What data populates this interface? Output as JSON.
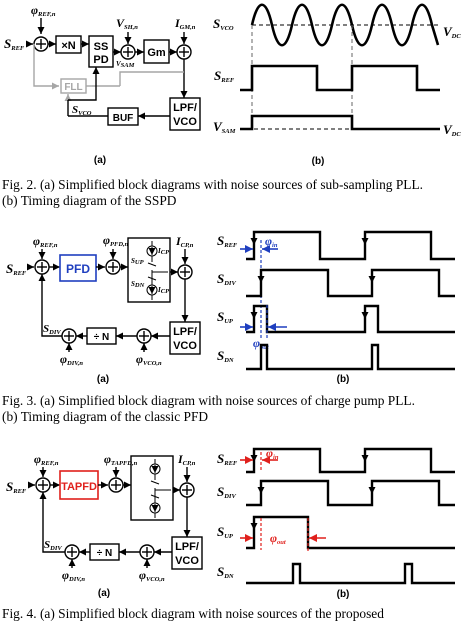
{
  "figure2": {
    "panel_a": {
      "phi_ref": "φ",
      "phi_ref_sub": "REF,n",
      "s_ref": "S",
      "s_ref_sub": "REF",
      "times_n": "×N",
      "sspd_1": "SS",
      "sspd_2": "PD",
      "v_sh": "V",
      "v_sh_sub": "SH,n",
      "v_sam": "V",
      "v_sam_sub": "SAM",
      "gm": "Gm",
      "i_gm": "I",
      "i_gm_sub": "GM,n",
      "fll": "FLL",
      "s_vco": "S",
      "s_vco_sub": "VCO",
      "buf": "BUF",
      "lpf": "LPF/",
      "vco": "VCO",
      "label": "(a)"
    },
    "panel_b": {
      "s_vco": "S",
      "s_vco_sub": "VCO",
      "v_dc_1": "V",
      "v_dc_1_sub": "DC",
      "s_ref": "S",
      "s_ref_sub": "REF",
      "v_sam": "V",
      "v_sam_sub": "SAM",
      "v_dc_2": "V",
      "v_dc_2_sub": "DC",
      "label": "(b)"
    },
    "caption_line1": "Fig. 2. (a) Simplified block diagrams with noise sources of sub-sampling PLL.",
    "caption_line2": "(b) Timing diagram of the SSPD"
  },
  "figure3": {
    "panel_a": {
      "phi_ref": "φ",
      "phi_ref_sub": "REF,n",
      "phi_pfd": "φ",
      "phi_pfd_sub": "PFD,n",
      "s_ref": "S",
      "s_ref_sub": "REF",
      "pfd": "PFD",
      "s_up": "S",
      "s_up_sub": "UP",
      "s_dn": "S",
      "s_dn_sub": "DN",
      "i_cp": "I",
      "i_cp_sub": "CP,n",
      "i_cp_top": "I",
      "i_cp_top_sub": "CP",
      "i_cp_bot": "I",
      "i_cp_bot_sub": "CP",
      "s_div": "S",
      "s_div_sub": "DIV",
      "div_n": "÷ N",
      "phi_div": "φ",
      "phi_div_sub": "DIV,n",
      "phi_vco": "φ",
      "phi_vco_sub": "VCO,n",
      "lpf": "LPF/",
      "vco": "VCO",
      "label": "(a)"
    },
    "panel_b": {
      "s_ref": "S",
      "s_ref_sub": "REF",
      "phi_in": "φ",
      "phi_in_sub": "in",
      "s_div": "S",
      "s_div_sub": "DIV",
      "s_up": "S",
      "s_up_sub": "UP",
      "phi_out": "φ",
      "phi_out_sub": "out",
      "s_dn": "S",
      "s_dn_sub": "DN",
      "label": "(b)"
    },
    "caption_line1": "Fig. 3. (a) Simplified block diagram with noise sources of charge pump PLL.",
    "caption_line2": "(b) Timing diagram of the classic PFD"
  },
  "figure4": {
    "panel_a": {
      "phi_ref": "φ",
      "phi_ref_sub": "REF,n",
      "phi_tapfd": "φ",
      "phi_tapfd_sub": "TAPFD,n",
      "s_ref": "S",
      "s_ref_sub": "REF",
      "tapfd": "TAPFD",
      "i_cp": "I",
      "i_cp_sub": "CP,n",
      "s_div": "S",
      "s_div_sub": "DIV",
      "div_n": "÷ N",
      "phi_div": "φ",
      "phi_div_sub": "DIV,n",
      "phi_vco": "φ",
      "phi_vco_sub": "VCO,n",
      "lpf": "LPF/",
      "vco": "VCO",
      "label": "(a)"
    },
    "panel_b": {
      "s_ref": "S",
      "s_ref_sub": "REF",
      "phi_in": "φ",
      "phi_in_sub": "in",
      "s_div": "S",
      "s_div_sub": "DIV",
      "s_up": "S",
      "s_up_sub": "UP",
      "phi_out": "φ",
      "phi_out_sub": "out",
      "s_dn": "S",
      "s_dn_sub": "DN",
      "label": "(b)"
    },
    "caption_line1": "Fig. 4. (a) Simplified block diagram with noise sources of the proposed"
  },
  "colors": {
    "black": "#000000",
    "gray_fll": "#a6a6a6",
    "blue_accent": "#1f3fbf",
    "red_accent": "#e0201c"
  }
}
